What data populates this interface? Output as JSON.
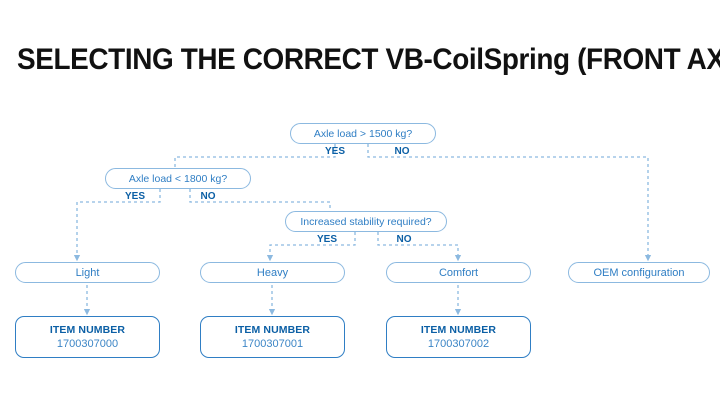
{
  "title": "SELECTING THE CORRECT VB-CoilSpring (FRONT AXLE)",
  "colors": {
    "accent": "#2f7ec4",
    "accent_dark": "#0b5fa5",
    "line": "#8cb9e0",
    "background": "#ffffff",
    "title": "#111111"
  },
  "chart_data": {
    "type": "diagram",
    "title": "SELECTING THE CORRECT VB-CoilSpring (FRONT AXLE)",
    "nodes": [
      {
        "id": "q1",
        "kind": "decision",
        "label": "Axle load > 1500 kg?"
      },
      {
        "id": "q2",
        "kind": "decision",
        "label": "Axle load < 1800 kg?"
      },
      {
        "id": "q3",
        "kind": "decision",
        "label": "Increased stability required?"
      },
      {
        "id": "light",
        "kind": "outcome",
        "label": "Light"
      },
      {
        "id": "heavy",
        "kind": "outcome",
        "label": "Heavy"
      },
      {
        "id": "comfort",
        "kind": "outcome",
        "label": "Comfort"
      },
      {
        "id": "oem",
        "kind": "outcome",
        "label": "OEM configuration"
      },
      {
        "id": "item1",
        "kind": "item",
        "label": "ITEM NUMBER",
        "value": "1700307000"
      },
      {
        "id": "item2",
        "kind": "item",
        "label": "ITEM NUMBER",
        "value": "1700307001"
      },
      {
        "id": "item3",
        "kind": "item",
        "label": "ITEM NUMBER",
        "value": "1700307002"
      }
    ],
    "edges": [
      {
        "from": "q1",
        "to": "q2",
        "label": "YES"
      },
      {
        "from": "q1",
        "to": "oem",
        "label": "NO"
      },
      {
        "from": "q2",
        "to": "light",
        "label": "YES"
      },
      {
        "from": "q2",
        "to": "q3",
        "label": "NO"
      },
      {
        "from": "q3",
        "to": "heavy",
        "label": "YES"
      },
      {
        "from": "q3",
        "to": "comfort",
        "label": "NO"
      },
      {
        "from": "light",
        "to": "item1",
        "label": ""
      },
      {
        "from": "heavy",
        "to": "item2",
        "label": ""
      },
      {
        "from": "comfort",
        "to": "item3",
        "label": ""
      }
    ]
  },
  "diagram": {
    "q1": {
      "label": "Axle load > 1500 kg?",
      "yes": "YES",
      "no": "NO"
    },
    "q2": {
      "label": "Axle load < 1800 kg?",
      "yes": "YES",
      "no": "NO"
    },
    "q3": {
      "label": "Increased stability required?",
      "yes": "YES",
      "no": "NO"
    },
    "outcomes": {
      "light": "Light",
      "heavy": "Heavy",
      "comfort": "Comfort",
      "oem": "OEM configuration"
    },
    "items": [
      {
        "label": "ITEM NUMBER",
        "value": "1700307000"
      },
      {
        "label": "ITEM NUMBER",
        "value": "1700307001"
      },
      {
        "label": "ITEM NUMBER",
        "value": "1700307002"
      }
    ]
  }
}
